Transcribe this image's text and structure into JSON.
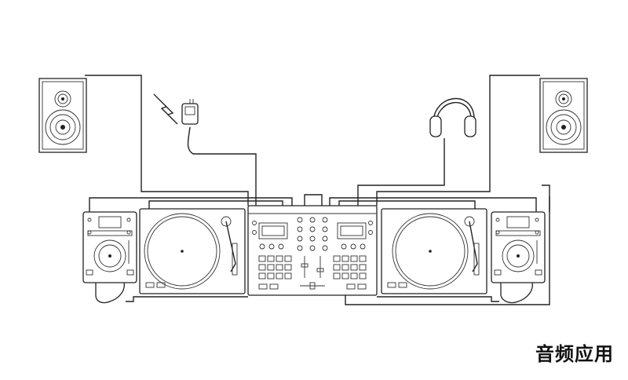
{
  "caption": "音频应用",
  "mixer_brand": "",
  "components": {
    "speaker_left": "speaker",
    "speaker_right": "speaker",
    "power_adapter": "power-adapter",
    "headphones": "headphones",
    "cd_player_left": "cd-player",
    "cd_player_right": "cd-player",
    "turntable_left": "turntable",
    "turntable_right": "turntable",
    "mixer": "dj-controller"
  },
  "colors": {
    "line": "#222222",
    "background": "#ffffff"
  }
}
